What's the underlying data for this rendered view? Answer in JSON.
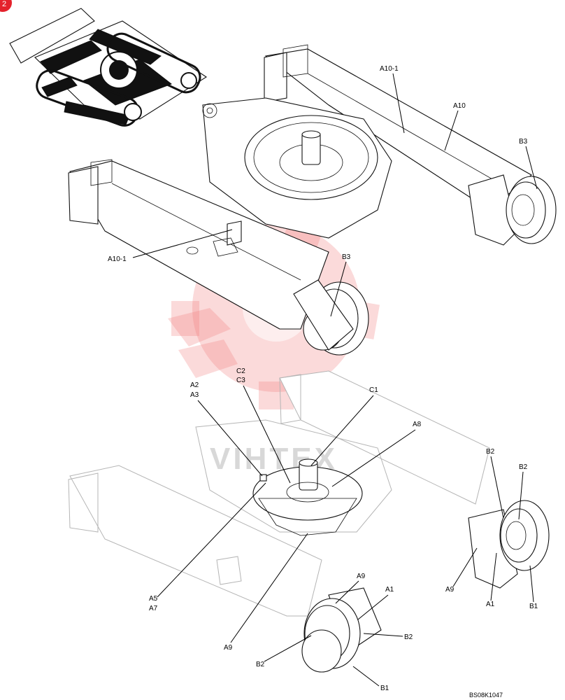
{
  "page_badge": "2",
  "watermark_text": "VIHTEX",
  "drawing_code": "BS08K1047",
  "top_callouts": {
    "a10_1_right": "A10-1",
    "a10": "A10",
    "b3_right": "B3",
    "a10_1_left": "A10-1",
    "b3_center": "B3"
  },
  "bottom_callouts": {
    "a2": "A2",
    "a3": "A3",
    "c2": "C2",
    "c3": "C3",
    "c1": "C1",
    "a8": "A8",
    "b2_upper_left": "B2",
    "b2_upper_right": "B2",
    "a5": "A5",
    "a7": "A7",
    "a9_right": "A9",
    "a1_right": "A1",
    "b1_right": "B1",
    "a9_center": "A9",
    "a1_center": "A1",
    "b2_center": "B2",
    "a9_left": "A9",
    "b2_lower": "B2",
    "b1_lower": "B1"
  },
  "colors": {
    "badge": "#e4222c",
    "watermark": "#f07b7b",
    "ghost_lines": "#b5b5b5"
  }
}
